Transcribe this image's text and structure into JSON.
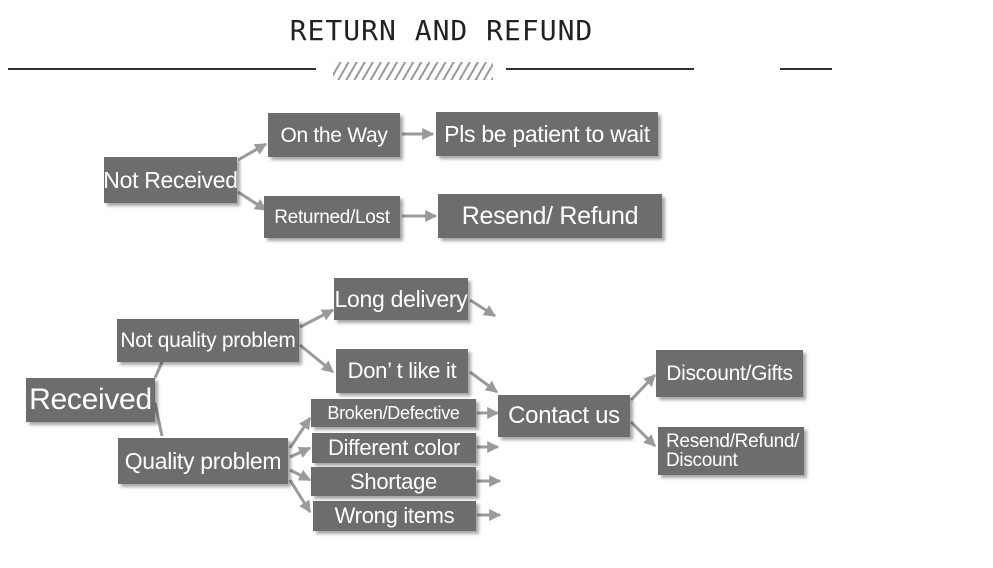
{
  "title": "RETURN AND REFUND",
  "nodes": {
    "not_received": "Not Received",
    "on_the_way": "On the Way",
    "be_patient": "Pls be patient to wait",
    "returned_lost": "Returned/Lost",
    "resend_refund": "Resend/ Refund",
    "received": "Received",
    "not_quality_problem": "Not quality problem",
    "long_delivery": "Long delivery",
    "dont_like": "Don’ t like it",
    "quality_problem": "Quality problem",
    "broken_defective": "Broken/Defective",
    "different_color": "Different color",
    "shortage": "Shortage",
    "wrong_items": "Wrong items",
    "contact_us": "Contact us",
    "discount_gifts": "Discount/Gifts",
    "resend_refund_discount": "Resend/Refund/ Discount"
  },
  "colors": {
    "box": "#6d6d6d",
    "box_text": "#ffffff",
    "arrow": "#9a9a9a",
    "rule": "#333333"
  }
}
